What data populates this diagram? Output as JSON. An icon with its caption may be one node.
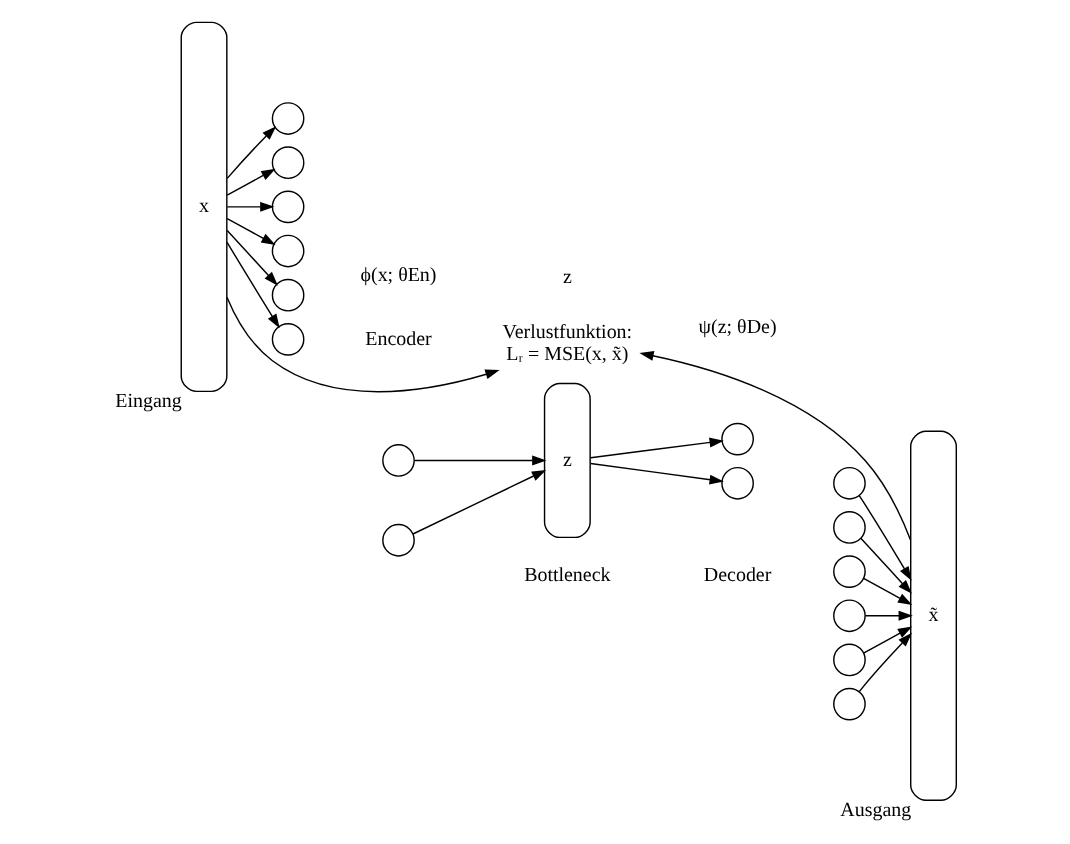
{
  "diagram": {
    "nodes": [
      {
        "text": [
          "x"
        ],
        "beside": [
          "Eingang"
        ]
      },
      {
        "text": [],
        "shape": "circle"
      },
      {
        "text": [],
        "shape": "circle"
      },
      {
        "text": [],
        "shape": "circle"
      },
      {
        "text": [],
        "shape": "circle"
      },
      {
        "text": [],
        "shape": "circle"
      },
      {
        "text": [],
        "shape": "circle"
      },
      {
        "text": [],
        "shape": "circle"
      },
      {
        "text": [],
        "shape": "circle"
      },
      {
        "text": [
          "z"
        ]
      },
      {
        "text": [],
        "shape": "circle"
      },
      {
        "text": [],
        "shape": "circle"
      },
      {
        "text": [],
        "shape": "circle"
      },
      {
        "text": [],
        "shape": "circle"
      },
      {
        "text": [],
        "shape": "circle"
      },
      {
        "text": [],
        "shape": "circle"
      },
      {
        "text": [],
        "shape": "circle"
      },
      {
        "text": [],
        "shape": "circle"
      },
      {
        "text": [
          "x̃"
        ],
        "beside": [
          "Ausgang"
        ]
      },
      {
        "text": [
          "Verlustfunktion:",
          "Lᵣ = MSE(x, x̃)"
        ]
      }
    ],
    "edges": [
      {
        "from": 0,
        "to": 1,
        "arrow": "to"
      },
      {
        "from": 0,
        "to": 2,
        "arrow": "to"
      },
      {
        "from": 0,
        "to": 3,
        "arrow": "to"
      },
      {
        "from": 0,
        "to": 4,
        "arrow": "to"
      },
      {
        "from": 0,
        "to": 5,
        "arrow": "to"
      },
      {
        "from": 0,
        "to": 6,
        "arrow": "to"
      },
      {
        "from": 7,
        "to": 9,
        "arrow": "to"
      },
      {
        "from": 8,
        "to": 9,
        "arrow": "to"
      },
      {
        "from": 9,
        "to": 10,
        "arrow": "to"
      },
      {
        "from": 9,
        "to": 11,
        "arrow": "to"
      },
      {
        "from": 12,
        "to": 18,
        "arrow": "to"
      },
      {
        "from": 13,
        "to": 18,
        "arrow": "to"
      },
      {
        "from": 14,
        "to": 18,
        "arrow": "to"
      },
      {
        "from": 15,
        "to": 18,
        "arrow": "to"
      },
      {
        "from": 16,
        "to": 18,
        "arrow": "to"
      },
      {
        "from": 17,
        "to": 18,
        "arrow": "to"
      },
      {
        "from": 0,
        "to": 19,
        "arrow": "to"
      },
      {
        "from": 18,
        "to": 19,
        "arrow": "to"
      }
    ],
    "labels": [
      "Encoder",
      "ϕ(x; θEn)",
      "Bottleneck",
      "z",
      "Decoder",
      "ψ(z; θDe)"
    ]
  }
}
